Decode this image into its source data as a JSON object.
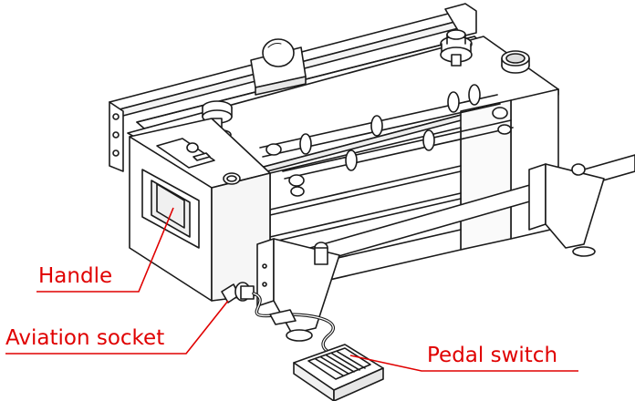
{
  "figure": {
    "labels": {
      "handle": "Handle",
      "aviation_socket": "Aviation socket",
      "pedal_switch": "Pedal switch"
    },
    "colors": {
      "label_text": "#e00000",
      "leader_line": "#e00000",
      "line_art": "#1a1a1a",
      "background": "#ffffff"
    }
  }
}
